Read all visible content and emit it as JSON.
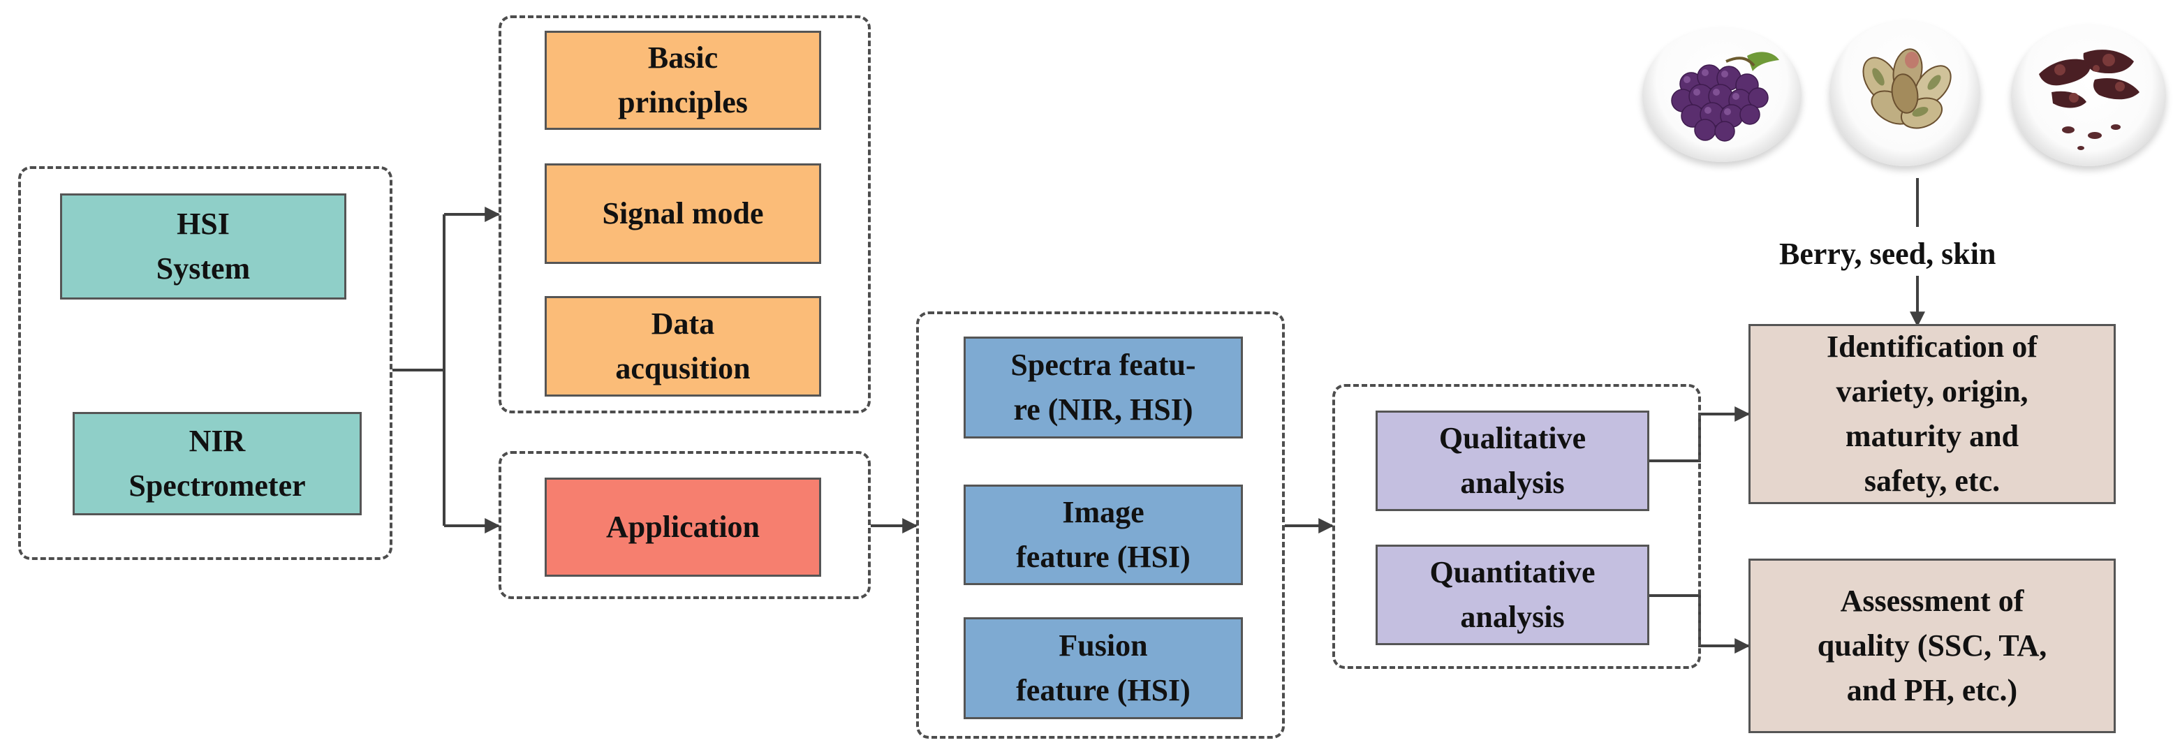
{
  "colors": {
    "teal": "#8fcfc8",
    "orange": "#fbbc78",
    "red": "#f67f6f",
    "blue": "#7eaad2",
    "purple": "#c4bfe0",
    "tan": "#e5d6cd",
    "line": "#404040"
  },
  "systems": {
    "hsi": "HSI\nSystem",
    "nir": "NIR\nSpectrometer"
  },
  "basics": {
    "principles": "Basic\nprinciples",
    "signal_mode": "Signal mode",
    "data_acquisition": "Data\nacqusition"
  },
  "application": "Application",
  "features": {
    "spectra": "Spectra featu-\nre (NIR, HSI)",
    "image": "Image\nfeature (HSI)",
    "fusion": "Fusion\nfeature (HSI)"
  },
  "analysis": {
    "qualitative": "Qualitative\nanalysis",
    "quantitative": "Quantitative\nanalysis"
  },
  "outcomes": {
    "identification": "Identification of\nvariety, origin,\nmaturity and\nsafety, etc.",
    "assessment": "Assessment of\nquality (SSC, TA,\nand PH, etc.)"
  },
  "samples": {
    "caption": "Berry, seed, skin",
    "items": [
      "grape-berry-icon",
      "grape-seed-icon",
      "grape-skin-icon"
    ]
  }
}
